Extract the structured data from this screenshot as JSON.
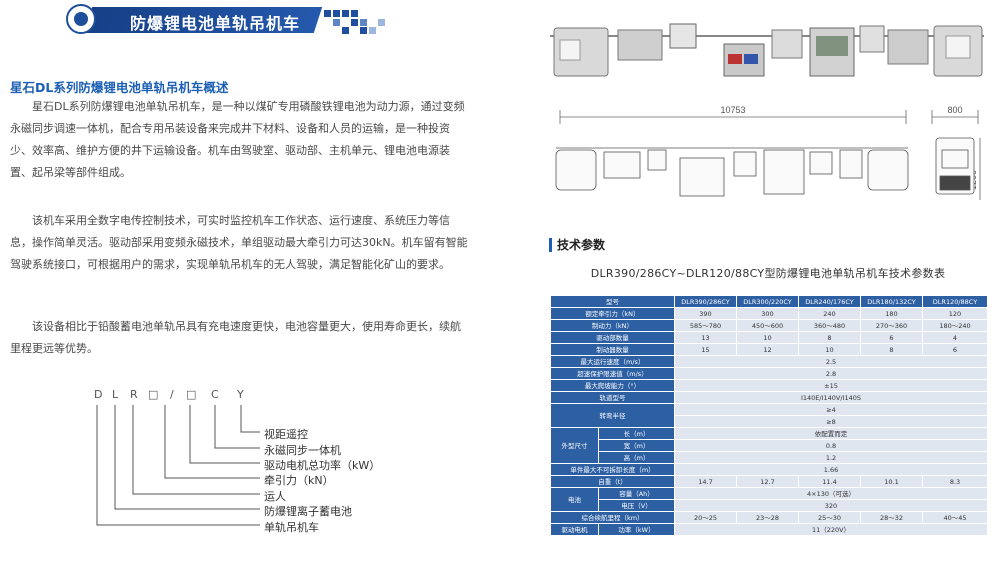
{
  "banner": {
    "title": "防爆锂电池单轨吊机车"
  },
  "intro": {
    "title": "星石DL系列防爆锂电池单轨吊机车概述",
    "paragraphs": [
      "星石DL系列防爆锂电池单轨吊机车，是一种以煤矿专用磷酸铁锂电池为动力源，通过变频永磁同步调速一体机，配合专用吊装设备来完成井下材料、设备和人员的运输，是一种投资少、效率高、维护方便的井下运输设备。机车由驾驶室、驱动部、主机单元、锂电池电源装置、起吊梁等部件组成。",
      "该机车采用全数字电传控制技术，可实时监控机车工作状态、运行速度、系统压力等信息，操作简单灵活。驱动部采用变频永磁技术，单组驱动最大牵引力可达30kN。机车留有智能驾驶系统接口，可根据用户的需求，实现单轨吊机车的无人驾驶，满足智能化矿山的要求。",
      "该设备相比于铅酸蓄电池单轨吊具有充电速度更快，电池容量更大，使用寿命更长，续航里程更远等优势。"
    ]
  },
  "model_code": {
    "chars": [
      "D",
      "L",
      "R",
      "□",
      "/",
      "□",
      "C",
      "Y"
    ],
    "labels": [
      "视距遥控",
      "永磁同步一体机",
      "驱动电机总功率（kW）",
      "牵引力（kN）",
      "运人",
      "防爆锂离子蓄电池",
      "单轨吊机车"
    ]
  },
  "drawing": {
    "length_dim": "10753",
    "width_dim": "800",
    "height_dim": "1200"
  },
  "tech": {
    "title": "技术参数",
    "subtitle": "DLR390/286CY~DLR120/88CY型防爆锂电池单轨吊机车技术参数表",
    "header": [
      "型号",
      "DLR390/286CY",
      "DLR300/220CY",
      "DLR240/176CY",
      "DLR180/132CY",
      "DLR120/88CY"
    ],
    "rows_full": [
      [
        "额定牵引力（kN）",
        "390",
        "300",
        "240",
        "180",
        "120"
      ],
      [
        "制动力（kN）",
        "585～780",
        "450～600",
        "360～480",
        "270～360",
        "180～240"
      ],
      [
        "驱动部数量",
        "13",
        "10",
        "8",
        "6",
        "4"
      ],
      [
        "制动器数量",
        "15",
        "12",
        "10",
        "8",
        "6"
      ]
    ],
    "rows_span": [
      [
        "最大运行速度（m/s）",
        "2.5"
      ],
      [
        "超速保护限速值（m/s）",
        "2.8"
      ],
      [
        "最大爬坡能力（°）",
        "±15"
      ],
      [
        "轨道型号",
        "I140E/I140V/I140S"
      ]
    ],
    "turn_label": "转弯半径",
    "turn_values": [
      "≥4",
      "≥8"
    ],
    "size_label": "外型尺寸",
    "size_rows": [
      [
        "长（m）",
        "依配置而定"
      ],
      [
        "宽（m）",
        "0.8"
      ],
      [
        "高（m）",
        "1.2"
      ]
    ],
    "max_load": [
      "单件最大不可拆卸长度（m）",
      "1.66"
    ],
    "weight": [
      "自重（t）",
      "14.7",
      "12.7",
      "11.4",
      "10.1",
      "8.3"
    ],
    "battery_label": "电池",
    "battery_rows": [
      [
        "容量（Ah）",
        "4×130（可选）"
      ],
      [
        "电压（V）",
        "320"
      ]
    ],
    "range": [
      "综合续航里程（km）",
      "20～25",
      "23～28",
      "25～30",
      "28～32",
      "40～45"
    ],
    "last_row": [
      "驱动电机",
      "功率（kW）",
      "11（220V）"
    ]
  }
}
